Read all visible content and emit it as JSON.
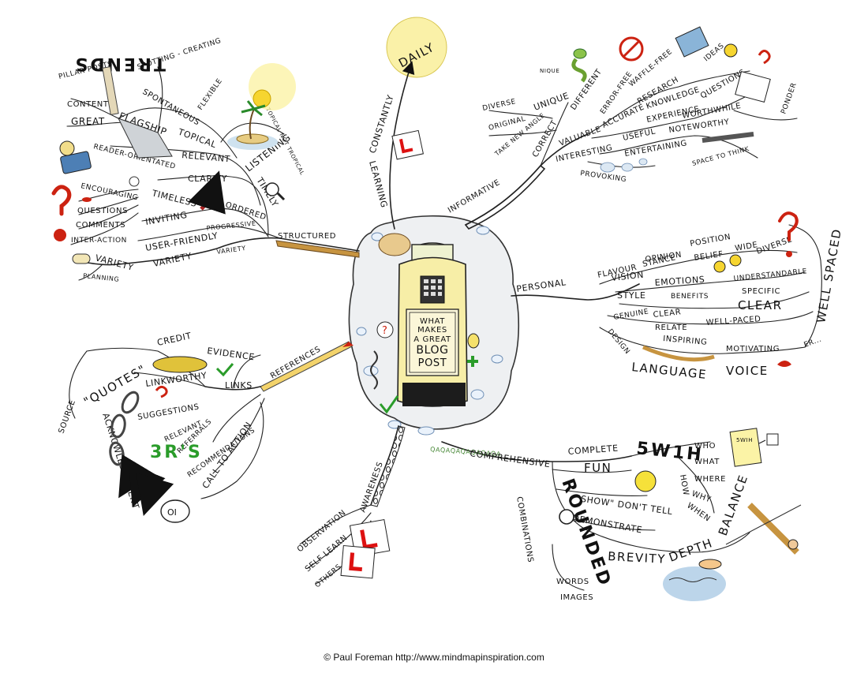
{
  "center": {
    "lines": [
      "WHAT",
      "MAKES",
      "A GREAT",
      "BLOG",
      "POST"
    ]
  },
  "daily": "DAILY",
  "constantly": "CONSTANTLY",
  "learning": "LEARNING",
  "informative": "INFORMATIVE",
  "personal": "PERSONAL",
  "references": "REFERENCES",
  "structured": "STRUCTURED",
  "awareness": "AWARENESS",
  "comprehensive": "COMPREHENSIVE",
  "rounded": "ROUNDED",
  "topleft": {
    "pillar_posts": "PILLAR POSTS",
    "spotting": "SPOTTING - CREATING",
    "trends": "TRENDS",
    "flexible": "FLEXIBLE",
    "spontaneous": "SPONTANEOUS",
    "topical": "TOPICAL",
    "content": "CONTENT",
    "great": "GREAT",
    "flagship": "FLAGSHIP",
    "topical_not": "TOPICAL NOT TROPICAL",
    "reader_orientated": "READER-ORIENTATED",
    "relevant": "RELEVANT",
    "listening": "LISTENING",
    "clarity": "CLARITY",
    "timely": "TIMELY",
    "encouraging": "ENCOURAGING",
    "questions": "QUESTIONS",
    "comments": "COMMENTS",
    "inter_action": "INTER-ACTION",
    "timeless": "TIMELESS",
    "inviting": "INVITING",
    "ordered": "ORDERED",
    "progressive": "PROGRESSIVE",
    "user_friendly": "USER-FRIENDLY",
    "variety1": "VARIETY",
    "variety2": "VARIETY",
    "variety3": "VARIETY",
    "planning": "PLANNING"
  },
  "topright": {
    "diverse": "DIVERSE",
    "original": "ORIGINAL",
    "unique": "UNIQUE",
    "nique": "NIQUE",
    "take_new_angle": "TAKE NEW ANGLE",
    "different": "DIFFERENT",
    "error_free": "ERROR-FREE",
    "waffle_free": "WAFFLE-FREE",
    "accurate": "ACCURATE",
    "research": "RESEARCH",
    "ideas": "IDEAS",
    "knowledge": "KNOWLEDGE",
    "questions": "QUESTIONS",
    "experience": "EXPERIENCE",
    "worthwhile": "WORTHWHILE",
    "correct": "CORRECT",
    "valuable": "VALUABLE",
    "useful": "USEFUL",
    "noteworthy": "NOTEWORTHY",
    "ponder": "PONDER",
    "interesting": "INTERESTING",
    "entertaining": "ENTERTAINING",
    "space_to_think": "SPACE TO THINK",
    "provoking": "PROVOKING"
  },
  "right": {
    "flavour": "FLAVOUR",
    "stance": "STANCE",
    "position": "POSITION",
    "opinion": "OPINION",
    "belief": "BELIEF",
    "wide": "WIDE",
    "diverse": "DIVERSE",
    "vision": "VISION",
    "style": "STYLE",
    "emotions": "EMOTIONS",
    "understandable": "UNDERSTANDABLE",
    "benefits": "BENEFITS",
    "specific": "SPECIFIC",
    "clear_big": "CLEAR",
    "genuine": "GENUINE",
    "clear": "CLEAR",
    "relate": "RELATE",
    "well_paced": "WELL-PACED",
    "well_spaced": "WELL SPACED",
    "design": "DESIGN",
    "inspiring": "INSPIRING",
    "motivating": "MOTIVATING",
    "er": "ER...",
    "language": "LANGUAGE",
    "voice": "VOICE"
  },
  "bottomright": {
    "complete": "COMPLETE",
    "fivew1h": "5W1H",
    "who": "WHO",
    "what": "WHAT",
    "where": "WHERE",
    "why": "WHY",
    "when": "WHEN",
    "how": "HOW",
    "swih": "5WIH",
    "fun": "FUN",
    "show": "\"SHOW\" DON'T TELL",
    "demonstrate": "DEMONSTRATE",
    "brevity": "BREVITY",
    "depth": "DEPTH",
    "balance": "BALANCE",
    "combinations": "COMBINATIONS",
    "words": "WORDS",
    "images": "IMAGES",
    "qa": "QAQAQAQAQAQAQA"
  },
  "bottomleft": {
    "quotes": "\"QUOTES\"",
    "source": "SOURCE",
    "credit": "CREDIT",
    "evidence": "EVIDENCE",
    "acknowledgement": "ACKNOWLEDGEMENT",
    "linkworthy": "LINKWORTHY",
    "links": "LINKS",
    "suggestions": "SUGGESTIONS",
    "relevant": "RELEVANT",
    "referrals": "REFERRALS",
    "recommendations": "RECOMMENDATIONS",
    "three_rs": "3R's",
    "call_to_action": "CALL TO ACTION"
  },
  "bottom": {
    "observation": "OBSERVATION",
    "self_learn": "SELF LEARN",
    "others": "OTHERS"
  },
  "footer": "© Paul Foreman http://www.mindmapinspiration.com"
}
